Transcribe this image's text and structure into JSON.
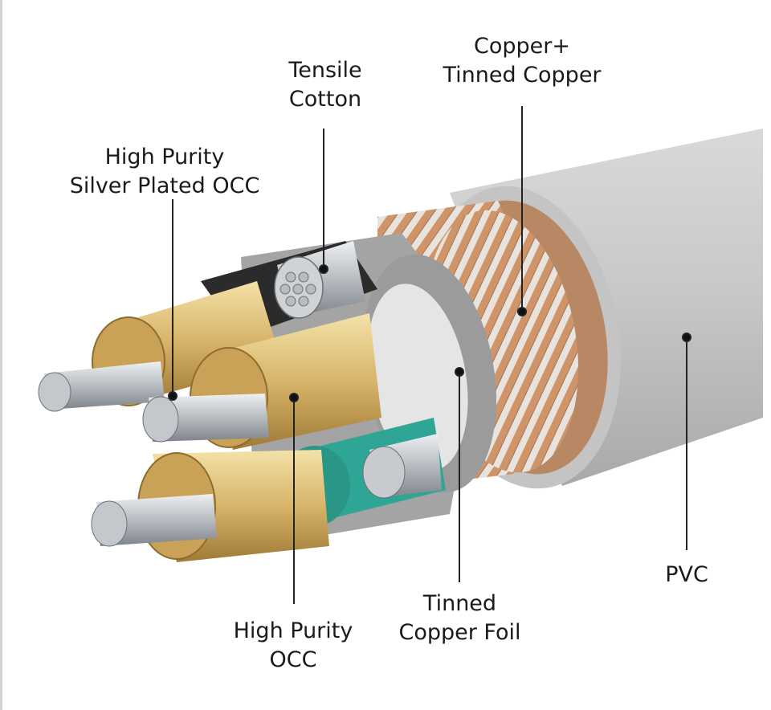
{
  "diagram": {
    "labels": {
      "tensile": [
        "Tensile",
        "Cotton"
      ],
      "braid": [
        "Copper+",
        "Tinned Copper"
      ],
      "silver": [
        "High Purity",
        "Silver Plated OCC"
      ],
      "pvc": [
        "PVC"
      ],
      "foil": [
        "Tinned",
        "Copper Foil"
      ],
      "occ": [
        "High Purity",
        "OCC"
      ]
    },
    "colors": {
      "jacket": "#c9c9c9",
      "braid": "#c98a5e",
      "foil": "#a9a9a9",
      "gold": "#d8b46a",
      "silver": "#bfc3c7",
      "teal": "#2fa595",
      "leader": "#222222"
    }
  }
}
